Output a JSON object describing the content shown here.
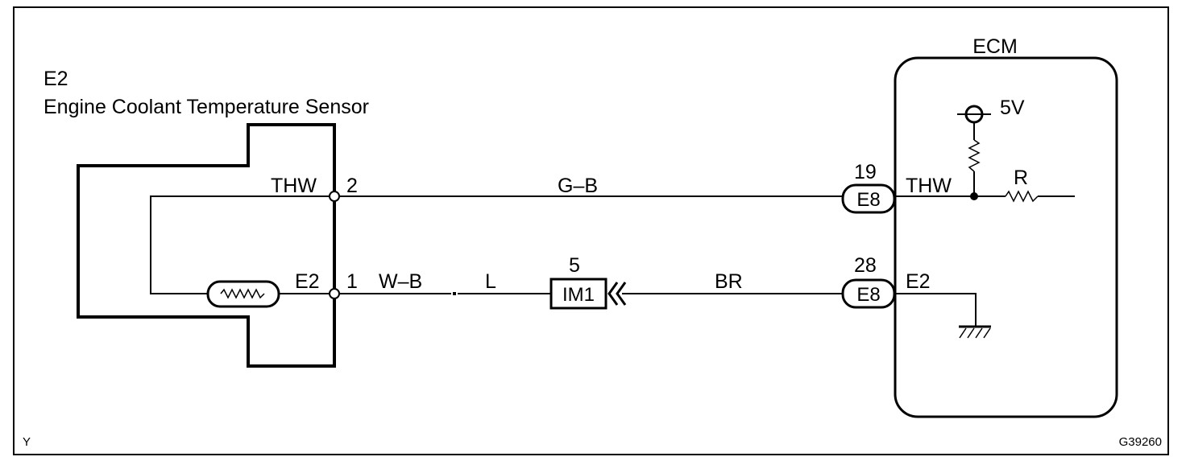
{
  "sensor": {
    "code": "E2",
    "name": "Engine Coolant Temperature Sensor",
    "pin2_signal": "THW",
    "pin2_number": "2",
    "pin1_signal": "E2",
    "pin1_number": "1"
  },
  "wires": {
    "top_color": "G–B",
    "bottom_left_color": "W–B",
    "bottom_mid_color": "L",
    "bottom_right_color": "BR"
  },
  "junction": {
    "pin": "5",
    "label": "IM1"
  },
  "ecm": {
    "title": "ECM",
    "supply_voltage": "5V",
    "upper_connector_pin": "19",
    "upper_connector_label": "E8",
    "upper_signal": "THW",
    "resistor_label": "R",
    "lower_connector_pin": "28",
    "lower_connector_label": "E8",
    "lower_signal": "E2"
  },
  "footer": {
    "left_code": "Y",
    "figure_id": "G39260"
  }
}
